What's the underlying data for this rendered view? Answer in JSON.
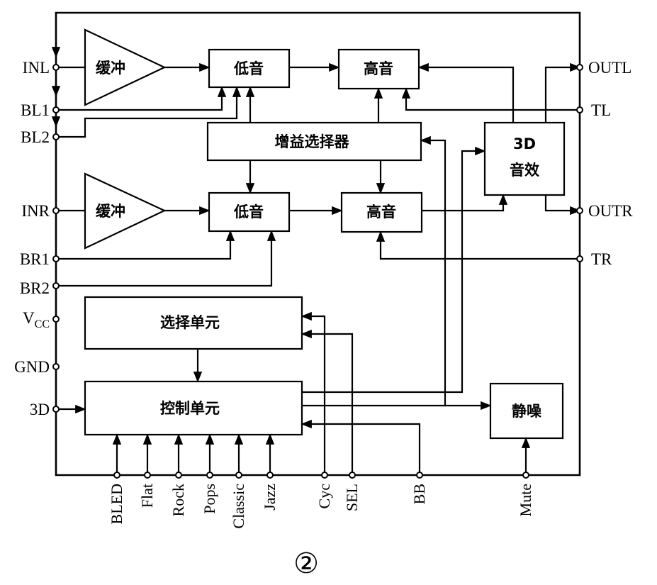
{
  "figure_number": "②",
  "blocks": {
    "buffer_left": "缓冲",
    "buffer_right": "缓冲",
    "bass_left": "低音",
    "bass_right": "低音",
    "treble_left": "高音",
    "treble_right": "高音",
    "gain_selector": "增益选择器",
    "effect_3d_line1": "3D",
    "effect_3d_line2": "音效",
    "select_unit": "选择单元",
    "control_unit": "控制单元",
    "mute_block": "静噪"
  },
  "left_pins": {
    "inl": "INL",
    "bl1": "BL1",
    "bl2": "BL2",
    "inr": "INR",
    "br1": "BR1",
    "br2": "BR2",
    "vcc_main": "V",
    "vcc_sub": "CC",
    "gnd": "GND",
    "p3d": "3D"
  },
  "right_pins": {
    "outl": "OUTL",
    "tl": "TL",
    "outr": "OUTR",
    "tr": "TR"
  },
  "bottom_pins": {
    "bled": "BLED",
    "flat": "Flat",
    "rock": "Rock",
    "pops": "Pops",
    "classic": "Classic",
    "jazz": "Jazz",
    "cyc": "Cyc",
    "sel": "SEL",
    "bb": "BB",
    "mute": "Mute"
  }
}
